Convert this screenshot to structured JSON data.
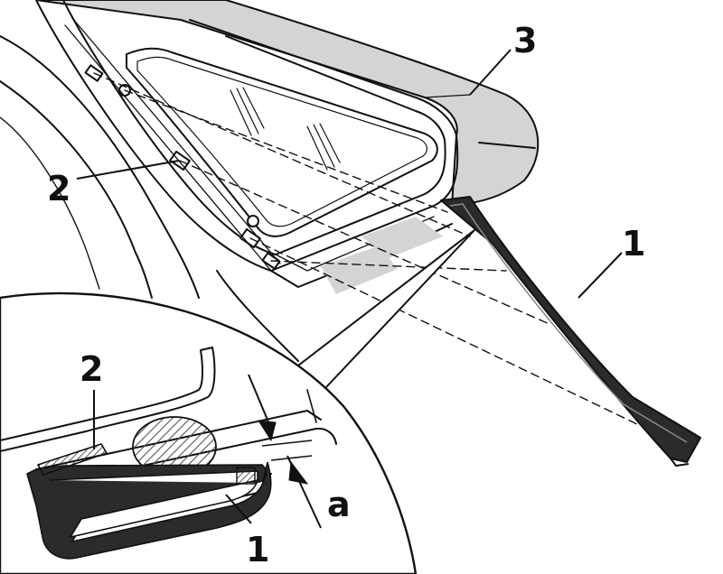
{
  "labels": {
    "strip_main": "1",
    "clip_main": "2",
    "body_panel": "3",
    "clip_detail": "2",
    "strip_detail": "1",
    "gap_dimension": "a"
  },
  "colors": {
    "ink": "#111111",
    "panel_fill": "#d4d4d4",
    "strip_fill": "#2b2b2b",
    "hatch": "#555555",
    "paper": "#ffffff"
  }
}
